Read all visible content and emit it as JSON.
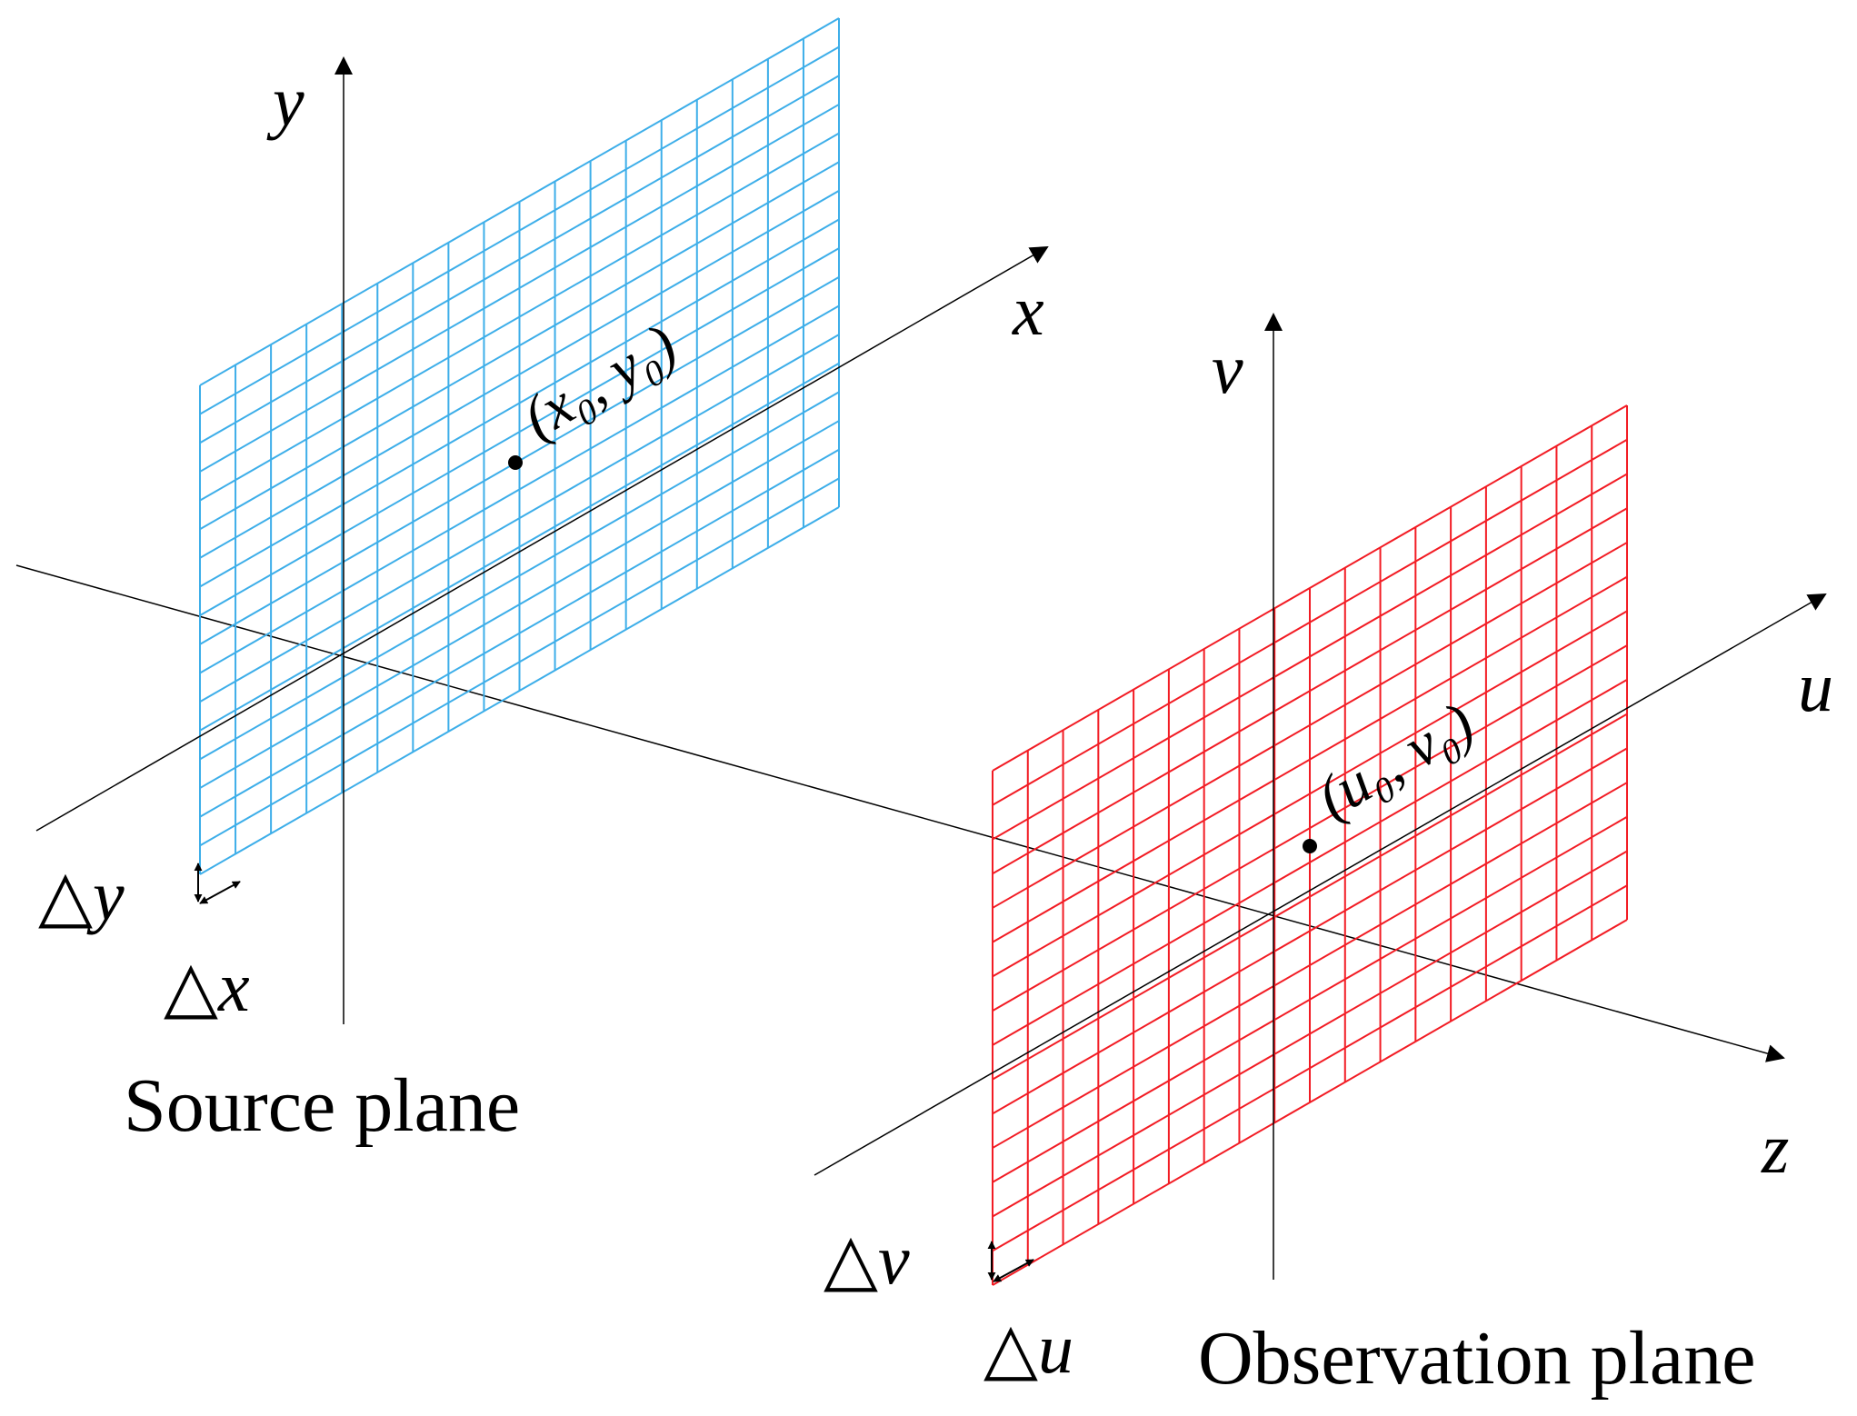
{
  "labels": {
    "y": "y",
    "x": "x",
    "v": "v",
    "u": "u",
    "z": "z",
    "source_point": "(x₀, y₀)",
    "observation_point": "(u₀, v₀)",
    "delta_y": "△y",
    "delta_x": "△x",
    "delta_v": "△v",
    "delta_u": "△u",
    "source_plane": "Source plane",
    "observation_plane": "Observation plane"
  },
  "colors": {
    "source_grid": "#3daee9",
    "observation_grid": "#f21c24",
    "axes": "#000000"
  },
  "grid": {
    "source": {
      "columns": 18,
      "rows": 17
    },
    "observation": {
      "columns": 18,
      "rows": 15
    }
  }
}
